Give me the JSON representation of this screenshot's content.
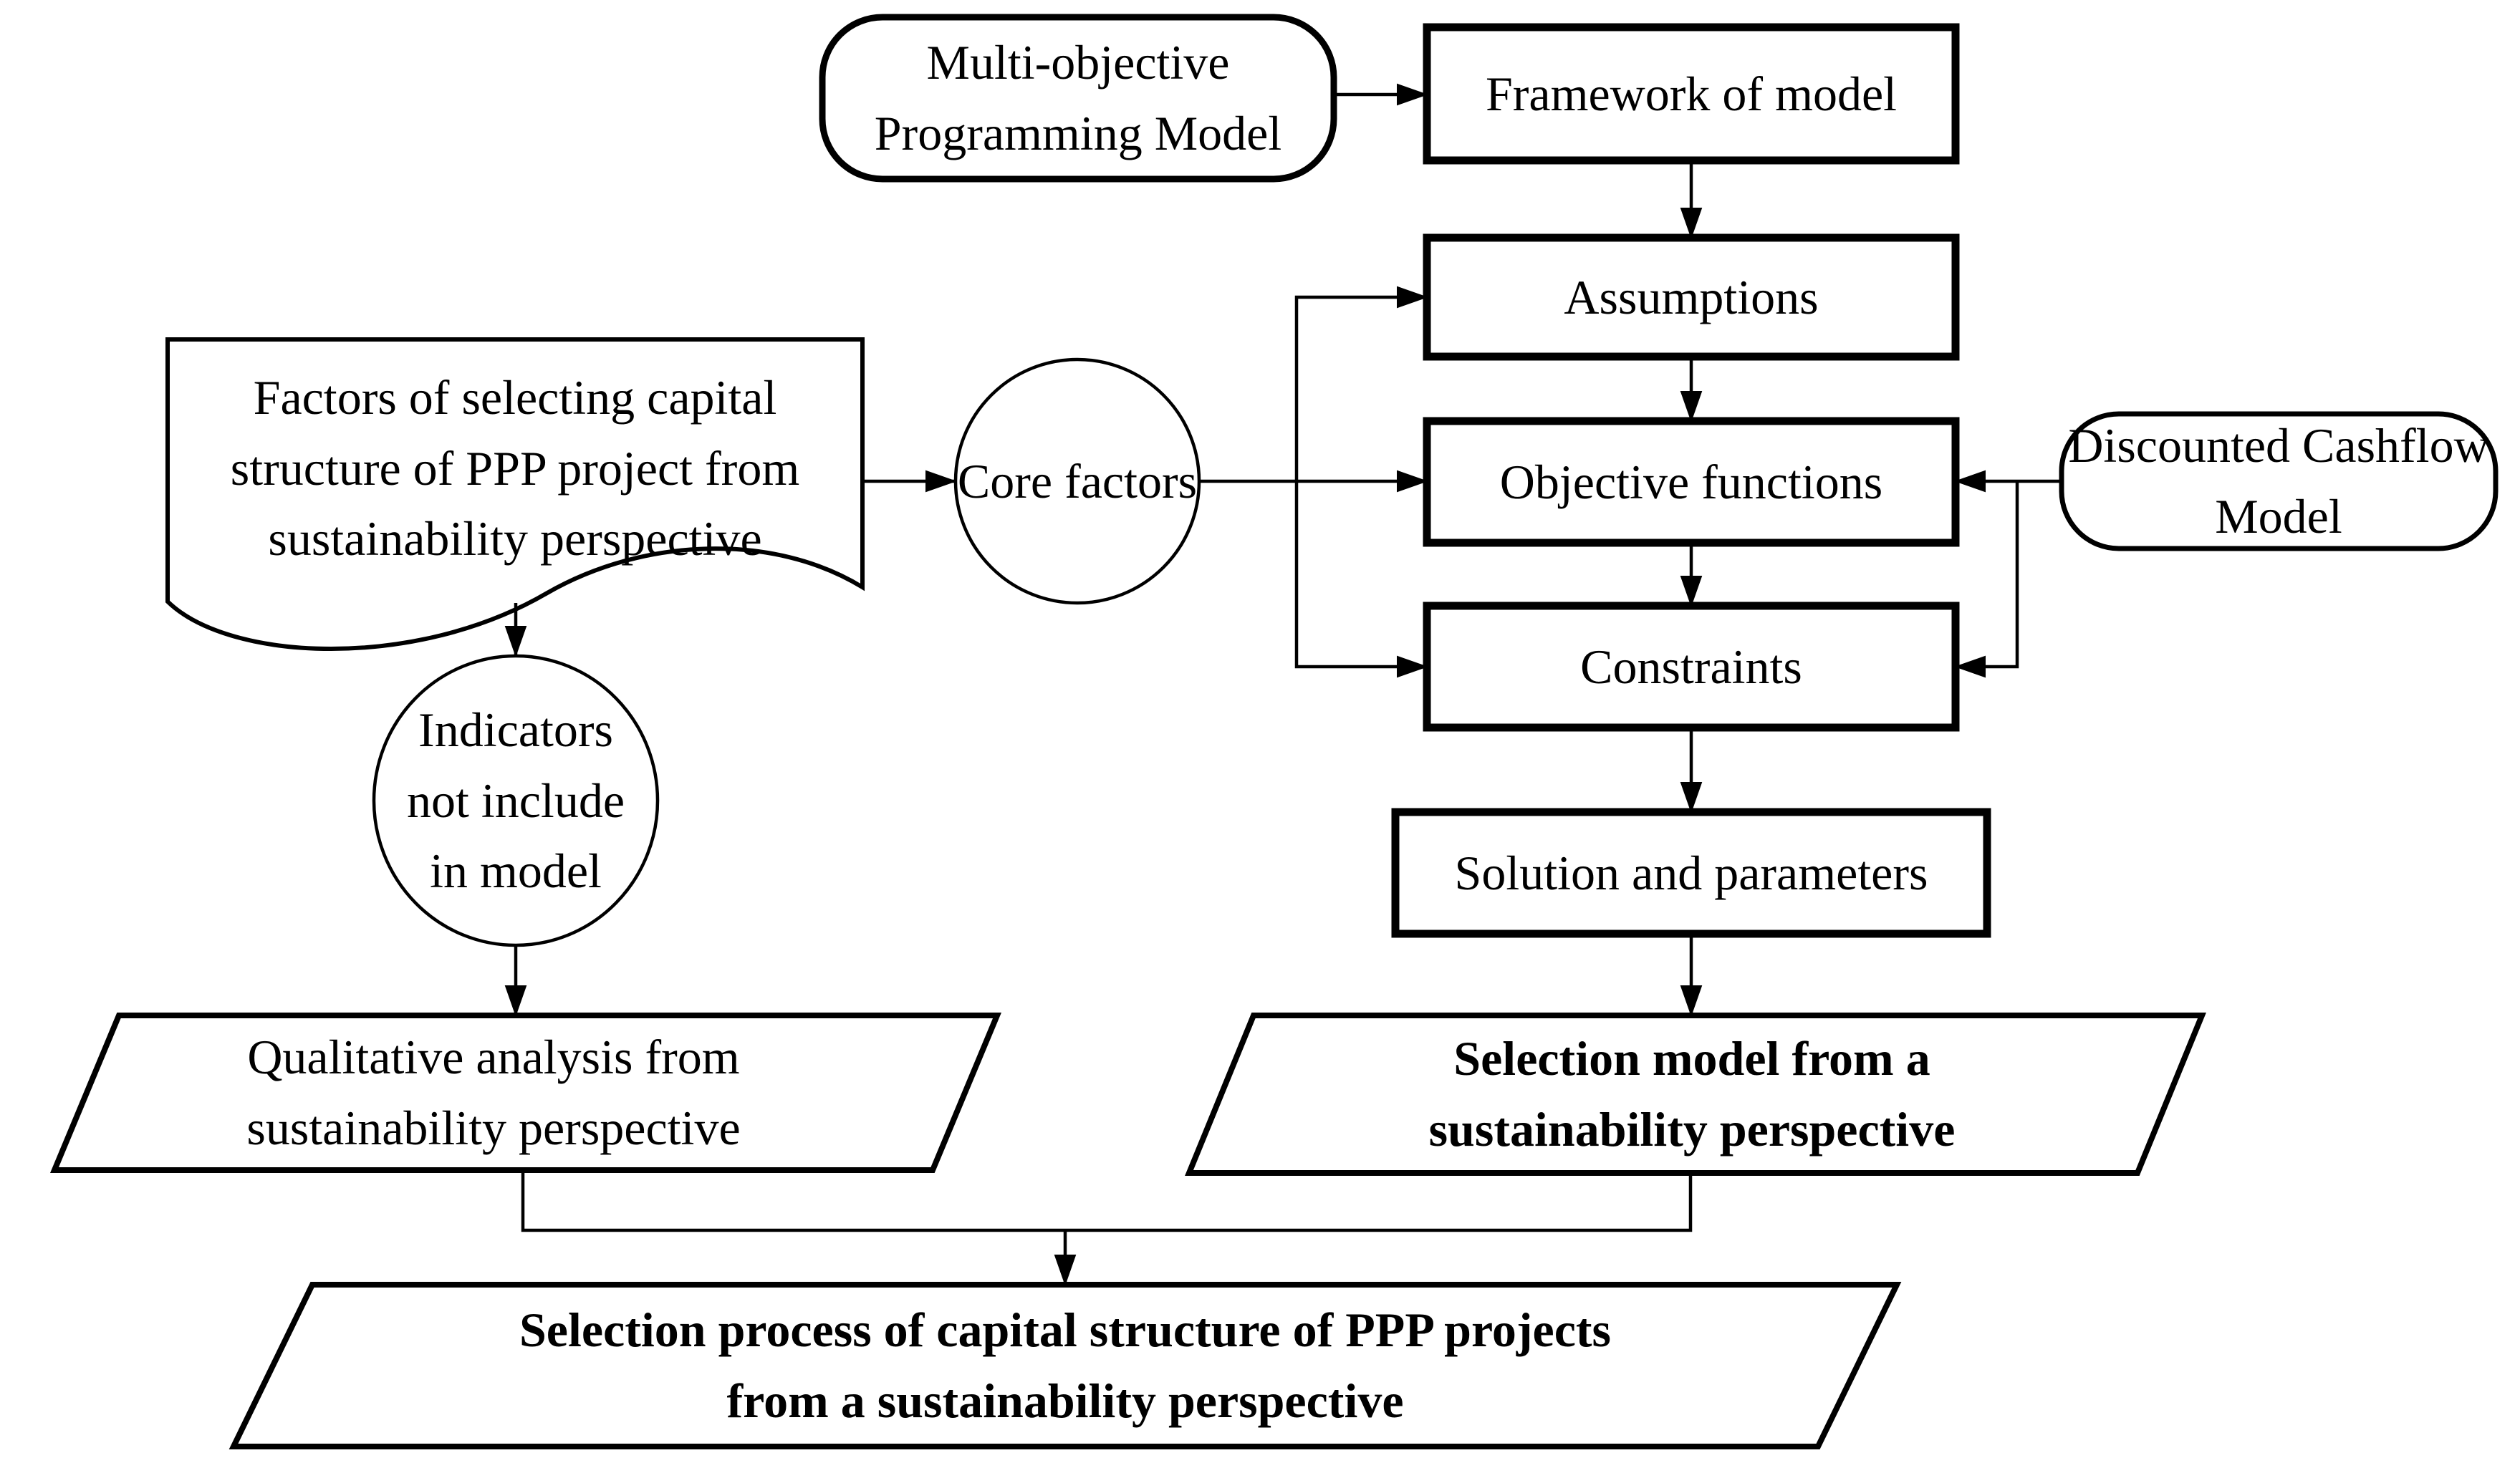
{
  "colors": {
    "stroke": "#000000",
    "fill": "#ffffff",
    "text": "#000000",
    "background": "#ffffff"
  },
  "nodes": {
    "multi_objective_model": {
      "label": "Multi-objective Programming Model",
      "shape": "rounded"
    },
    "framework": {
      "label": "Framework of model",
      "shape": "rectangle"
    },
    "assumptions": {
      "label": "Assumptions",
      "shape": "rectangle"
    },
    "objective_functions": {
      "label": "Objective functions",
      "shape": "rectangle"
    },
    "constraints": {
      "label": "Constraints",
      "shape": "rectangle"
    },
    "solution_parameters": {
      "label": "Solution and parameters",
      "shape": "rectangle"
    },
    "selection_model": {
      "label": "Selection model from a sustainability perspective",
      "shape": "parallelogram",
      "emphasis": "bold"
    },
    "factors": {
      "label": "Factors of selecting capital structure of PPP project from sustainability perspective",
      "shape": "document"
    },
    "core_factors": {
      "label": "Core factors",
      "shape": "circle"
    },
    "indicators": {
      "label": "Indicators not include in model",
      "shape": "circle"
    },
    "qualitative_analysis": {
      "label": "Qualitative analysis from sustainability perspective",
      "shape": "parallelogram"
    },
    "discounted_cashflow": {
      "label": "Discounted Cashflow Model",
      "shape": "rounded"
    },
    "selection_process": {
      "label": "Selection process of capital structure of PPP projects from a sustainability perspective",
      "shape": "parallelogram",
      "emphasis": "bold"
    }
  },
  "edges": [
    {
      "from": "multi_objective_model",
      "to": "framework"
    },
    {
      "from": "framework",
      "to": "assumptions"
    },
    {
      "from": "assumptions",
      "to": "objective_functions"
    },
    {
      "from": "objective_functions",
      "to": "constraints"
    },
    {
      "from": "constraints",
      "to": "solution_parameters"
    },
    {
      "from": "solution_parameters",
      "to": "selection_model"
    },
    {
      "from": "factors",
      "to": "core_factors"
    },
    {
      "from": "core_factors",
      "to": "assumptions"
    },
    {
      "from": "core_factors",
      "to": "objective_functions"
    },
    {
      "from": "core_factors",
      "to": "constraints"
    },
    {
      "from": "discounted_cashflow",
      "to": "objective_functions"
    },
    {
      "from": "discounted_cashflow",
      "to": "constraints"
    },
    {
      "from": "factors",
      "to": "indicators"
    },
    {
      "from": "indicators",
      "to": "qualitative_analysis"
    },
    {
      "from": "qualitative_analysis",
      "to": "selection_process"
    },
    {
      "from": "selection_model",
      "to": "selection_process"
    }
  ]
}
